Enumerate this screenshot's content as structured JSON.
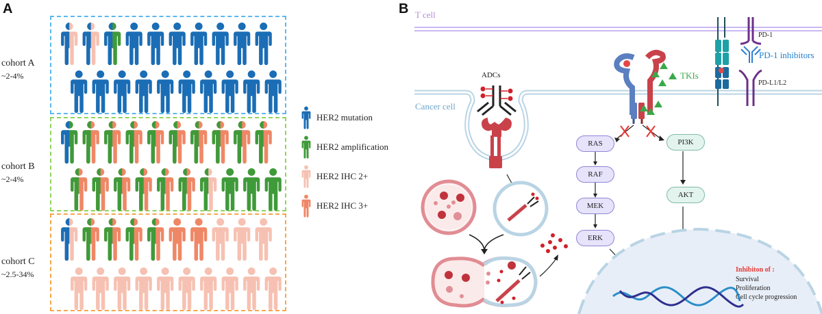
{
  "panels": {
    "a_label": "A",
    "b_label": "B"
  },
  "colors": {
    "mutation": "#1b6db5",
    "amplification": "#3f9a3a",
    "ihc2": "#f6c1b2",
    "ihc3": "#ef8766",
    "cohortA_border": "#5bb7ee",
    "cohortB_border": "#8fd45a",
    "cohortC_border": "#f5a64a",
    "tcell_membrane": "#c9b6f0",
    "cancer_membrane": "#b9d4e4",
    "ras_path_fill": "#e6e3fb",
    "ras_path_border": "#8f86d6",
    "pi3k_path_fill": "#e3f4ef",
    "pi3k_path_border": "#7fb9a8",
    "inhibition_red": "#e53935",
    "tki_green": "#3aa84a",
    "pd1_blue": "#1f7fd0",
    "purple": "#6b2f8a"
  },
  "cohorts": [
    {
      "name": "cohort A",
      "range": "~2-4%",
      "rows": [
        [
          "mutation|ihc2",
          "mutation|ihc2",
          "mutation|amplification",
          "mutation",
          "mutation",
          "mutation",
          "mutation",
          "mutation",
          "mutation",
          "mutation"
        ],
        [
          "mutation",
          "mutation",
          "mutation",
          "mutation",
          "mutation",
          "mutation",
          "mutation",
          "mutation",
          "mutation",
          "mutation"
        ]
      ]
    },
    {
      "name": "cohort B",
      "range": "~2-4%",
      "rows": [
        [
          "mutation|amplification",
          "amplification|ihc3",
          "amplification|ihc3",
          "amplification|ihc3",
          "amplification|ihc3",
          "amplification|ihc3",
          "amplification|ihc3",
          "amplification|ihc3",
          "amplification|ihc3",
          "amplification|ihc3"
        ],
        [
          "amplification|ihc3",
          "amplification|ihc3",
          "amplification|ihc3",
          "amplification|ihc3",
          "amplification|ihc3",
          "amplification|ihc3",
          "amplification|ihc2",
          "amplification",
          "amplification",
          "amplification"
        ]
      ]
    },
    {
      "name": "cohort C",
      "range": "~2.5-34%",
      "rows": [
        [
          "mutation|ihc2",
          "amplification|ihc3",
          "amplification|ihc3",
          "amplification|ihc3",
          "amplification|ihc3",
          "ihc3",
          "ihc3",
          "ihc2",
          "ihc2",
          "ihc2"
        ],
        [
          "ihc2",
          "ihc2",
          "ihc2",
          "ihc2",
          "ihc2",
          "ihc2",
          "ihc2",
          "ihc2",
          "ihc2",
          "ihc2"
        ]
      ]
    }
  ],
  "legend": [
    {
      "key": "mutation",
      "label": "HER2 mutation",
      "icon": "person-icon"
    },
    {
      "key": "amplification",
      "label": "HER2 amplification",
      "icon": "person-icon"
    },
    {
      "key": "ihc2",
      "label": "HER2 IHC 2+",
      "icon": "person-icon"
    },
    {
      "key": "ihc3",
      "label": "HER2 IHC 3+",
      "icon": "person-icon"
    }
  ],
  "panel_b": {
    "t_cell": "T cell",
    "cancer_cell": "Cancer cell",
    "adcs": "ADCs",
    "tkis": "TKIs",
    "pd1": "PD-1",
    "pd1_inhibitors": "PD-1 inhibitors",
    "pdl": "PD-L1/L2",
    "ras_pathway": [
      "RAS",
      "RAF",
      "MEK",
      "ERK"
    ],
    "pi3k_pathway": [
      "PI3K",
      "AKT"
    ],
    "inhibition_title": "Inhibiton of :",
    "inhibition_items": [
      "Survival",
      "Proliferation",
      "Cell cycle progression"
    ]
  }
}
